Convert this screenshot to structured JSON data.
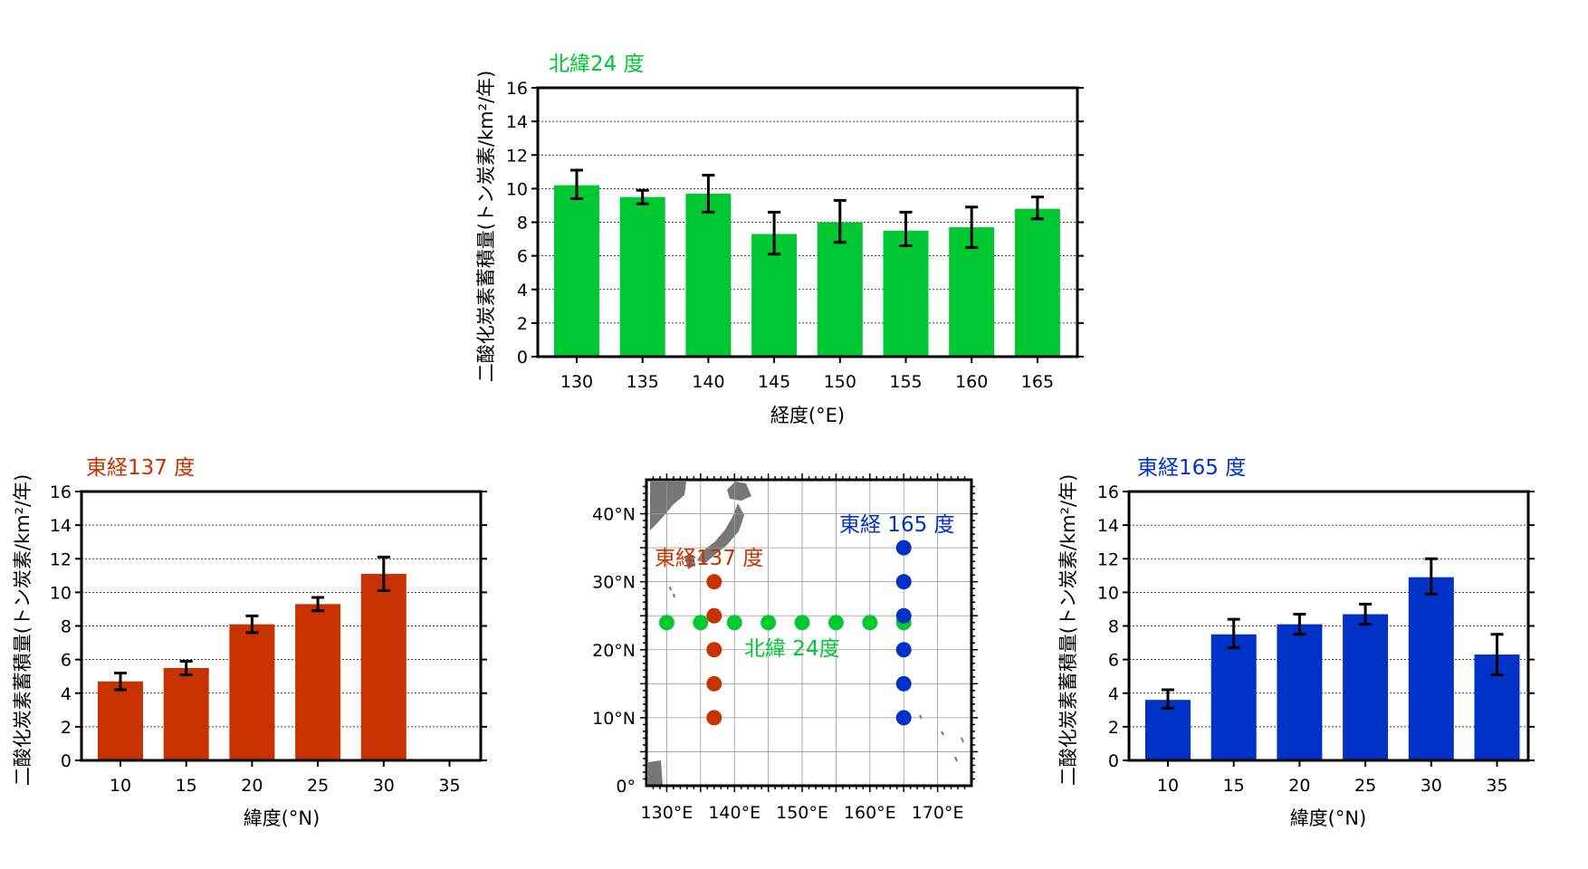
{
  "colors": {
    "green": "#00c832",
    "red": "#c83200",
    "blue": "#0032c8",
    "land": "#777777"
  },
  "common": {
    "ylabel": "二酸化炭素蓄積量(トン炭素/km²/年)"
  },
  "chart_data": [
    {
      "id": "top",
      "type": "bar",
      "title": "北緯24 度",
      "xlabel": "経度(°E)",
      "ylabel": "二酸化炭素蓄積量(トン炭素/km²/年)",
      "ylim": [
        0,
        16
      ],
      "yticks": [
        0,
        2,
        4,
        6,
        8,
        10,
        12,
        14,
        16
      ],
      "grid": true,
      "categories": [
        "130",
        "135",
        "140",
        "145",
        "150",
        "155",
        "160",
        "165"
      ],
      "values": [
        10.2,
        9.5,
        9.7,
        7.3,
        8.0,
        7.5,
        7.7,
        8.8
      ],
      "err_low": [
        9.4,
        9.1,
        8.6,
        6.1,
        6.8,
        6.6,
        6.5,
        8.2
      ],
      "err_high": [
        11.1,
        9.9,
        10.8,
        8.6,
        9.3,
        8.6,
        8.9,
        9.5
      ],
      "color": "#00c832"
    },
    {
      "id": "left",
      "type": "bar",
      "title": "東経137 度",
      "xlabel": "緯度(°N)",
      "ylabel": "二酸化炭素蓄積量(トン炭素/km²/年)",
      "ylim": [
        0,
        16
      ],
      "yticks": [
        0,
        2,
        4,
        6,
        8,
        10,
        12,
        14,
        16
      ],
      "grid": true,
      "categories": [
        "10",
        "15",
        "20",
        "25",
        "30",
        "35"
      ],
      "values": [
        4.7,
        5.5,
        8.1,
        9.3,
        11.1,
        null
      ],
      "err_low": [
        4.2,
        5.1,
        7.6,
        8.9,
        10.1,
        null
      ],
      "err_high": [
        5.2,
        5.9,
        8.6,
        9.7,
        12.1,
        null
      ],
      "color": "#c83200"
    },
    {
      "id": "right",
      "type": "bar",
      "title": "東経165 度",
      "xlabel": "緯度(°N)",
      "ylabel": "二酸化炭素蓄積量(トン炭素/km²/年)",
      "ylim": [
        0,
        16
      ],
      "yticks": [
        0,
        2,
        4,
        6,
        8,
        10,
        12,
        14,
        16
      ],
      "grid": true,
      "categories": [
        "10",
        "15",
        "20",
        "25",
        "30",
        "35"
      ],
      "values": [
        3.6,
        7.5,
        8.1,
        8.7,
        10.9,
        6.3
      ],
      "err_low": [
        3.1,
        6.7,
        7.5,
        8.1,
        9.9,
        5.1
      ],
      "err_high": [
        4.2,
        8.4,
        8.7,
        9.3,
        12.0,
        7.5
      ],
      "color": "#0032c8"
    },
    {
      "id": "map",
      "type": "scatter",
      "xlim": [
        127,
        175
      ],
      "ylim": [
        0,
        45
      ],
      "xticks": [
        130,
        140,
        150,
        160,
        170
      ],
      "xticklabels": [
        "130°E",
        "140°E",
        "150°E",
        "160°E",
        "170°E"
      ],
      "yticks": [
        0,
        10,
        20,
        30,
        40
      ],
      "yticklabels": [
        "0°",
        "10°N",
        "20°N",
        "30°N",
        "40°N"
      ],
      "series": [
        {
          "name": "北緯 24度",
          "color": "#00c832",
          "x": [
            130,
            135,
            140,
            145,
            150,
            155,
            160,
            165
          ],
          "y": [
            24,
            24,
            24,
            24,
            24,
            24,
            24,
            24
          ]
        },
        {
          "name": "東経137 度",
          "color": "#c83200",
          "x": [
            137,
            137,
            137,
            137,
            137
          ],
          "y": [
            10,
            15,
            20,
            25,
            30
          ]
        },
        {
          "name": "東経 165 度",
          "color": "#0032c8",
          "x": [
            165,
            165,
            165,
            165,
            165,
            165
          ],
          "y": [
            10,
            15,
            20,
            25,
            30,
            35
          ]
        }
      ]
    }
  ]
}
